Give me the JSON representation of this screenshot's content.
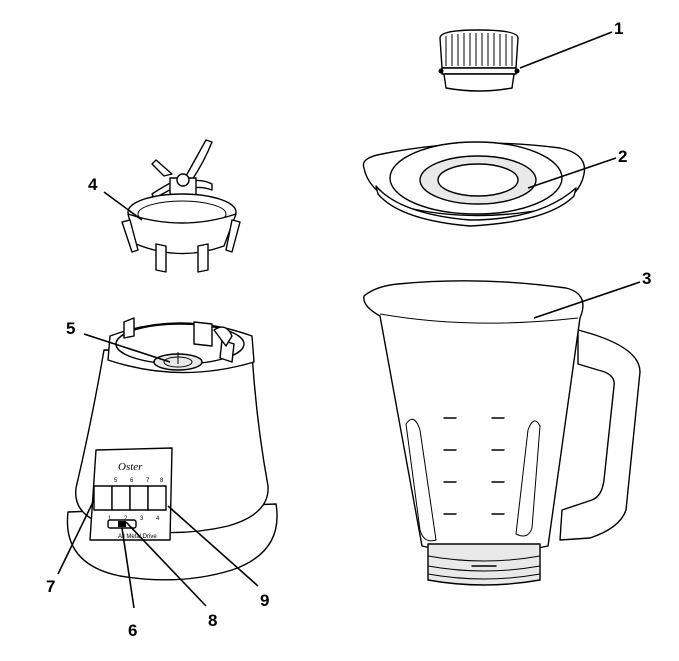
{
  "callouts": [
    "1",
    "2",
    "3",
    "4",
    "5",
    "6",
    "7",
    "8",
    "9"
  ],
  "control_panel": {
    "brand": "Oster",
    "top_numbers": [
      "5",
      "6",
      "7",
      "8"
    ],
    "bottom_numbers": [
      "1",
      "2",
      "3",
      "4"
    ],
    "pulse_label": "All Metal Drive"
  }
}
